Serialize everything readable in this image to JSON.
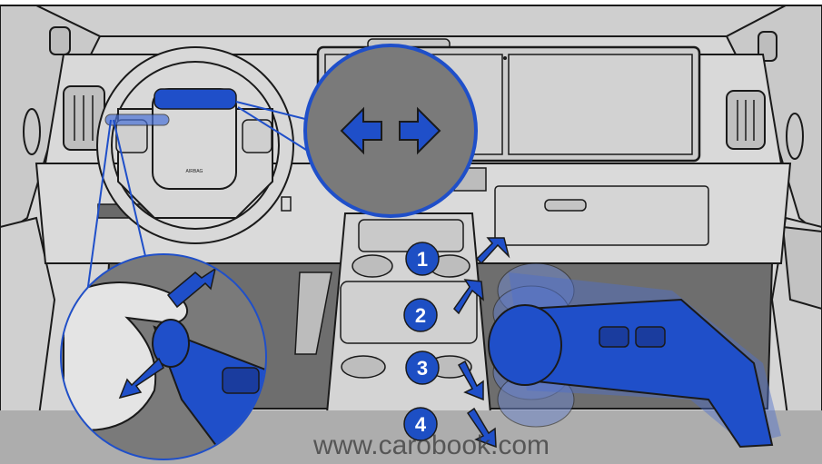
{
  "steering_wheel": {
    "airbag_label": "AIRBAG"
  },
  "steps": [
    {
      "label": "1"
    },
    {
      "label": "2"
    },
    {
      "label": "3"
    },
    {
      "label": "4"
    }
  ],
  "watermark": "www.carobook.com",
  "colors": {
    "highlight_blue": "#1f4fc9",
    "interior_gray": "#d3d3d3",
    "dark_gray": "#6e6e6e",
    "outline": "#1a1a1a",
    "badge_blue": "#1d4fc4"
  },
  "icons": [
    "left-arrow-icon",
    "right-arrow-icon",
    "lever-up-arrow-icon",
    "lever-down-arrow-icon"
  ]
}
